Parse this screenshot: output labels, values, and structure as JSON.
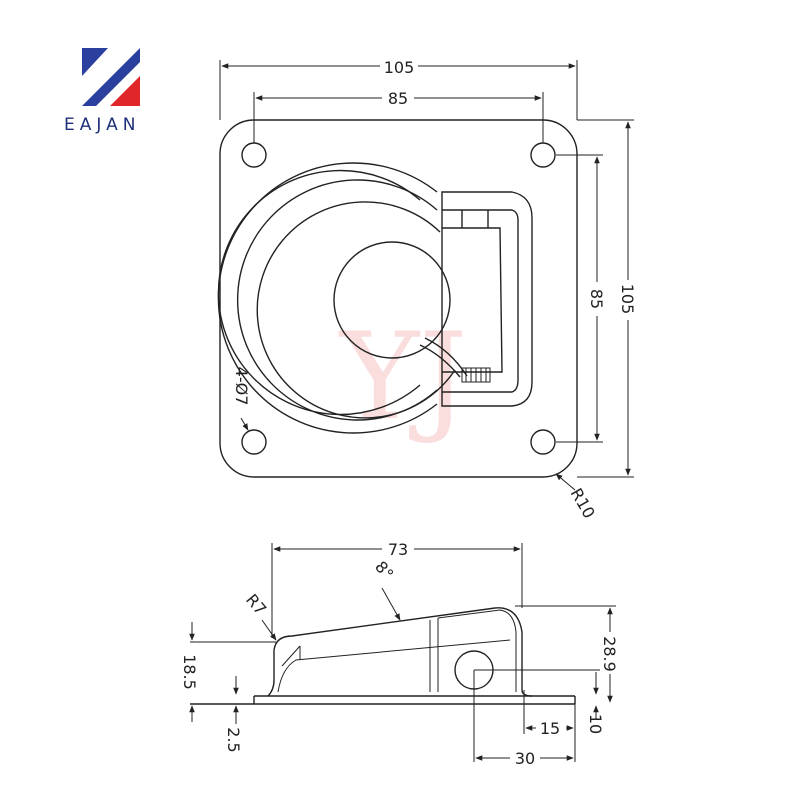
{
  "brand": {
    "name": "EAJAN",
    "colors": {
      "blue": "#2b3f9e",
      "red": "#e0262b"
    }
  },
  "watermark": "YJ",
  "top_view": {
    "overall_width": "105",
    "hole_spacing_width": "85",
    "overall_height": "105",
    "hole_spacing_height": "85",
    "holes": "4-Ø7",
    "corner_radius": "R10"
  },
  "side_view": {
    "length": "73",
    "angle": "8°",
    "radius": "R7",
    "height_left": "18.5",
    "height_right": "28.9",
    "plate_thickness": "2.5",
    "pin_offset": "15",
    "pin_base": "10",
    "pin_distance": "30"
  }
}
